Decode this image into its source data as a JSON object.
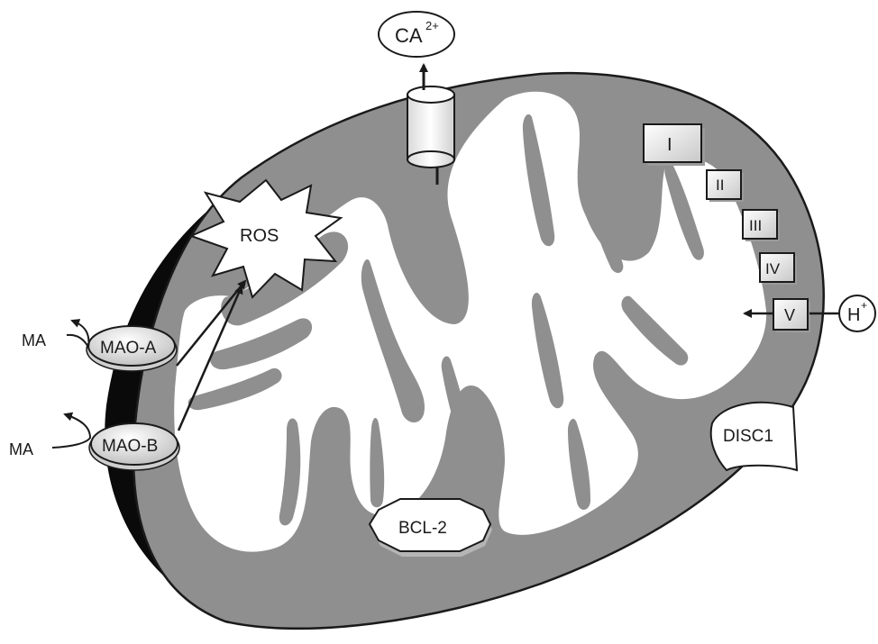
{
  "labels": {
    "calcium": "CA",
    "calcium_charge": "2+",
    "ros": "ROS",
    "mao_a": "MAO-A",
    "mao_b": "MAO-B",
    "ma_top": "MA",
    "ma_bottom": "MA",
    "bcl2": "BCL-2",
    "disc1": "DISC1",
    "proton": "H",
    "proton_charge": "+"
  },
  "complexes": [
    "I",
    "II",
    "III",
    "IV",
    "V"
  ],
  "colors": {
    "membrane_gray": "#8f8f8f",
    "outer_outline": "#1a1a1a",
    "shadow_edge": "#0a0a0a",
    "cristae_white": "#ffffff",
    "protein_fill": "#eeeeee"
  }
}
